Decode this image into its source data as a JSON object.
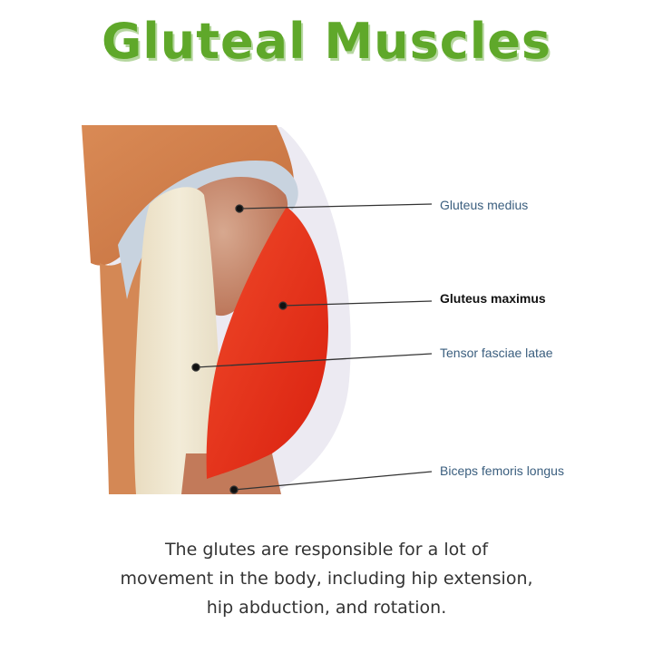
{
  "title": "Gluteal Muscles",
  "colors": {
    "title": "#5fa82a",
    "title_shadow": "#b6d7a0",
    "label": "#3a5e7e",
    "label_emphasis": "#111111",
    "highlight_muscle": "#e8281a",
    "caption": "#333333"
  },
  "labels": [
    {
      "text": "Gluteus medius",
      "emphasis": false
    },
    {
      "text": "Gluteus maximus",
      "emphasis": true
    },
    {
      "text": "Tensor fasciae latae",
      "emphasis": false
    },
    {
      "text": "Biceps femoris longus",
      "emphasis": false
    }
  ],
  "caption": {
    "lines": [
      "The glutes are responsible for a lot of",
      "movement in the body, including hip extension,",
      "hip abduction, and rotation."
    ]
  }
}
